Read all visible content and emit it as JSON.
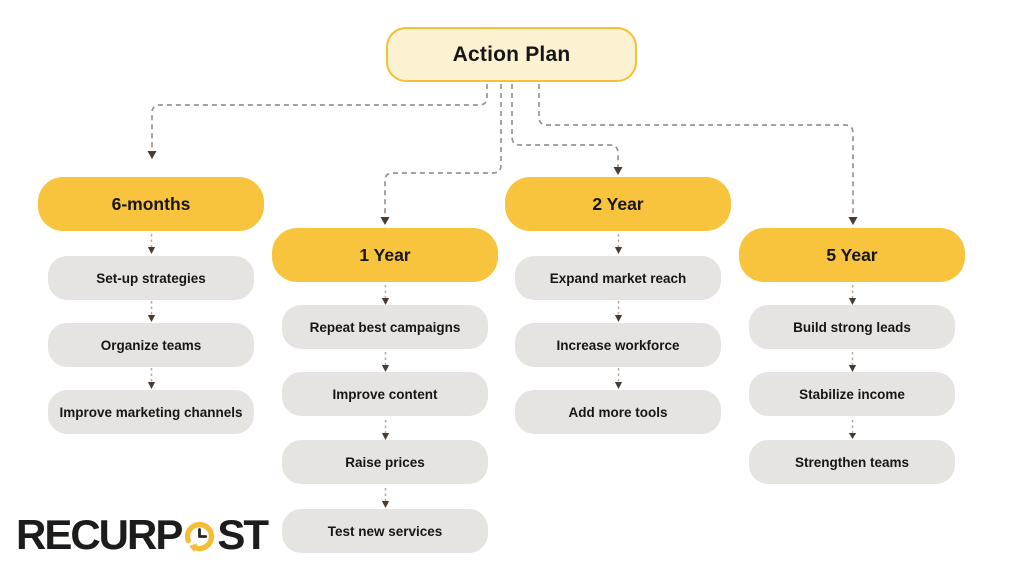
{
  "root": {
    "label": "Action Plan"
  },
  "columns": [
    {
      "label": "6-months",
      "items": [
        "Set-up strategies",
        "Organize teams",
        "Improve marketing channels"
      ]
    },
    {
      "label": "1 Year",
      "items": [
        "Repeat best campaigns",
        "Improve content",
        "Raise prices",
        "Test new services"
      ]
    },
    {
      "label": "2 Year",
      "items": [
        "Expand market reach",
        "Increase workforce",
        "Add more tools"
      ]
    },
    {
      "label": "5 Year",
      "items": [
        "Build strong leads",
        "Stabilize income",
        "Strengthen teams"
      ]
    }
  ],
  "logo": {
    "text_before_icon": "RECURP",
    "text_after_icon": "ST",
    "icon": "clock-history-icon"
  },
  "colors": {
    "page_bg": "#ffffff",
    "header_yellow": "#F9C43D",
    "root_fill": "#FCF2D2",
    "root_border": "#F2C139",
    "item_gray": "#E6E4E1",
    "connector": "#9B948D",
    "connector_light": "#B3ACA5",
    "arrowhead": "#4A3B31",
    "logo_black": "#1D1C1A",
    "logo_yellow": "#F5BD35"
  }
}
